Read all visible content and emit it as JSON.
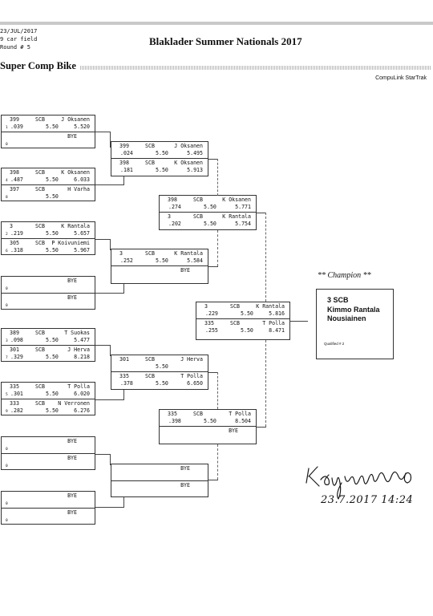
{
  "header": {
    "date": "23/JUL/2017",
    "field": "9 car field",
    "round": "Round # 5",
    "title": "Blaklader Summer Nationals 2017",
    "class_name": "Super Comp Bike",
    "brand": "CompuLink StarTrak"
  },
  "bracket": {
    "bye": "BYE",
    "r1": [
      {
        "num": "399",
        "cls": "SCB",
        "name": "J Oksanen",
        "lane": "1",
        "rt": ".039",
        "di": "5.50",
        "et": "5.520"
      },
      {
        "lane": "0",
        "bye": "BYE"
      },
      {
        "num": "398",
        "cls": "SCB",
        "name": "K Oksanen",
        "lane": "4",
        "rt": ".487",
        "di": "5.50",
        "et": "6.033"
      },
      {
        "num": "397",
        "cls": "SCB",
        "name": "H Varha",
        "lane": "8",
        "rt": "",
        "di": "5.50",
        "et": ""
      },
      {
        "num": "3",
        "cls": "SCB",
        "name": "K Rantala",
        "lane": "2",
        "rt": ".219",
        "di": "5.50",
        "et": "5.657"
      },
      {
        "num": "305",
        "cls": "SCB",
        "name": "P Koivuniemi",
        "lane": "6",
        "rt": ".318",
        "di": "5.50",
        "et": "5.967"
      },
      {
        "lane": "0",
        "bye": "BYE"
      },
      {
        "lane": "0",
        "bye": "BYE"
      },
      {
        "num": "389",
        "cls": "SCB",
        "name": "T Suokas",
        "lane": "3",
        "rt": ".098",
        "di": "5.50",
        "et": "5.477"
      },
      {
        "num": "301",
        "cls": "SCB",
        "name": "J Herva",
        "lane": "7",
        "rt": ".329",
        "di": "5.50",
        "et": "8.218"
      },
      {
        "num": "335",
        "cls": "SCB",
        "name": "T Polla",
        "lane": "5",
        "rt": ".301",
        "di": "5.50",
        "et": "6.020"
      },
      {
        "num": "333",
        "cls": "SCB",
        "name": "N Verronen",
        "lane": "9",
        "rt": ".282",
        "di": "5.50",
        "et": "6.276"
      },
      {
        "lane": "0",
        "bye": "BYE"
      },
      {
        "lane": "0",
        "bye": "BYE"
      },
      {
        "lane": "0",
        "bye": "BYE"
      },
      {
        "lane": "0",
        "bye": "BYE"
      }
    ],
    "r2": [
      {
        "num": "399",
        "cls": "SCB",
        "name": "J Oksanen",
        "rt": ".024",
        "di": "5.50",
        "et": "5.495"
      },
      {
        "num": "398",
        "cls": "SCB",
        "name": "K Oksanen",
        "rt": ".181",
        "di": "5.50",
        "et": "5.913"
      },
      {
        "num": "3",
        "cls": "SCB",
        "name": "K Rantala",
        "rt": ".252",
        "di": "5.50",
        "et": "5.584"
      },
      {
        "bye": "BYE"
      },
      {
        "num": "301",
        "cls": "SCB",
        "name": "J Herva",
        "rt": "",
        "di": "5.50",
        "et": ""
      },
      {
        "num": "335",
        "cls": "SCB",
        "name": "T Polla",
        "rt": ".378",
        "di": "5.50",
        "et": "6.650"
      },
      {
        "bye": "BYE"
      },
      {
        "bye": "BYE"
      }
    ],
    "r3": [
      {
        "num": "398",
        "cls": "SCB",
        "name": "K Oksanen",
        "rt": ".274",
        "di": "5.50",
        "et": "5.771"
      },
      {
        "num": "3",
        "cls": "SCB",
        "name": "K Rantala",
        "rt": ".202",
        "di": "5.50",
        "et": "5.754"
      },
      {
        "num": "335",
        "cls": "SCB",
        "name": "T Polla",
        "rt": ".398",
        "di": "5.50",
        "et": "8.504"
      },
      {
        "bye": "BYE"
      }
    ],
    "r4": [
      {
        "num": "3",
        "cls": "SCB",
        "name": "K Rantala",
        "rt": ".229",
        "di": "5.50",
        "et": "5.816"
      },
      {
        "num": "335",
        "cls": "SCB",
        "name": "T Polla",
        "rt": ".255",
        "di": "5.50",
        "et": "8.471"
      }
    ]
  },
  "champion": {
    "label": "** Champion **",
    "number_class": "3   SCB",
    "first_name": "Kimmo Rantala",
    "last_name": "Nousiainen",
    "qualified": "Qualified # 2"
  },
  "signature": {
    "date_time": "23.7.2017 14:24"
  }
}
